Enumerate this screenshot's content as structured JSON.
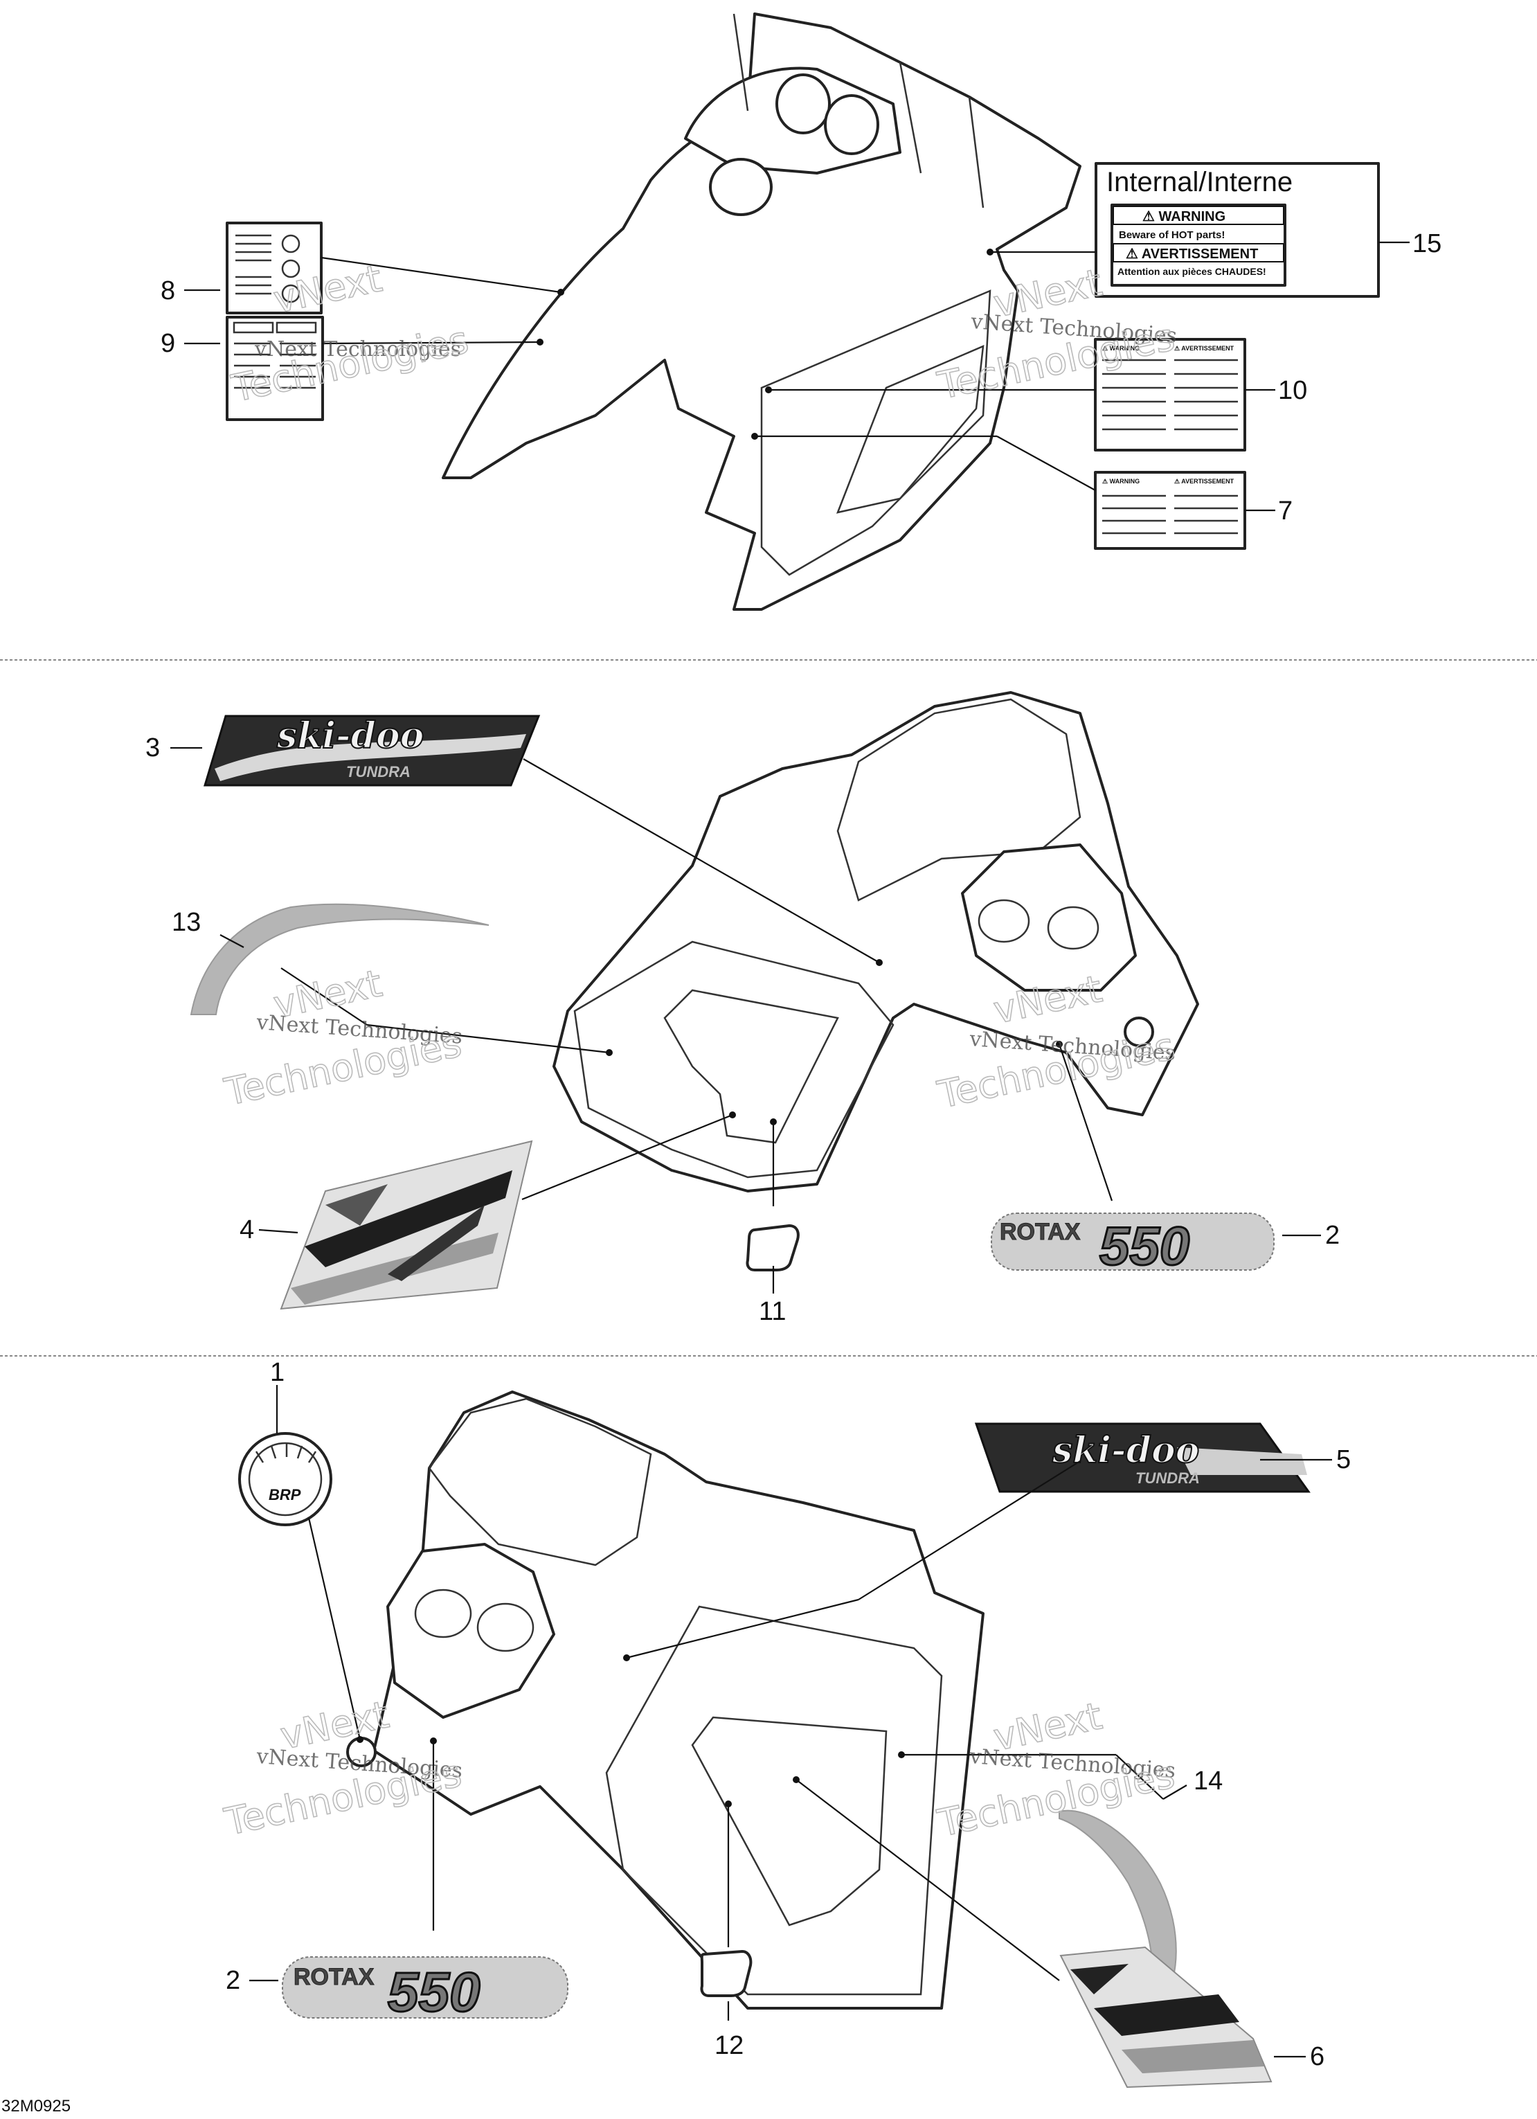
{
  "reference_code": "32M0925",
  "watermark": {
    "line1": "vNext Technologies",
    "big_line1": "vNext",
    "big_line2": "Technologies"
  },
  "callouts": [
    "1",
    "2",
    "3",
    "4",
    "5",
    "6",
    "7",
    "8",
    "9",
    "10",
    "11",
    "12",
    "13",
    "14",
    "15"
  ],
  "label_15": {
    "title": "Internal/Interne",
    "warning": "⚠ WARNING",
    "warning_text": "Beware of HOT parts!",
    "avertissement": "⚠ AVERTISSEMENT",
    "avertissement_text": "Attention aux pièces CHAUDES!"
  },
  "label_10": {
    "heading_left": "⚠ WARNING",
    "heading_right": "⚠ AVERTISSEMENT"
  },
  "label_7": {
    "heading_left": "⚠ WARNING",
    "heading_right": "⚠ AVERTISSEMENT"
  },
  "decals": {
    "brand": "ski-doo",
    "model": "TUNDRA",
    "engine_word": "ROTAX",
    "engine_number": "550",
    "badge": "BRP"
  }
}
